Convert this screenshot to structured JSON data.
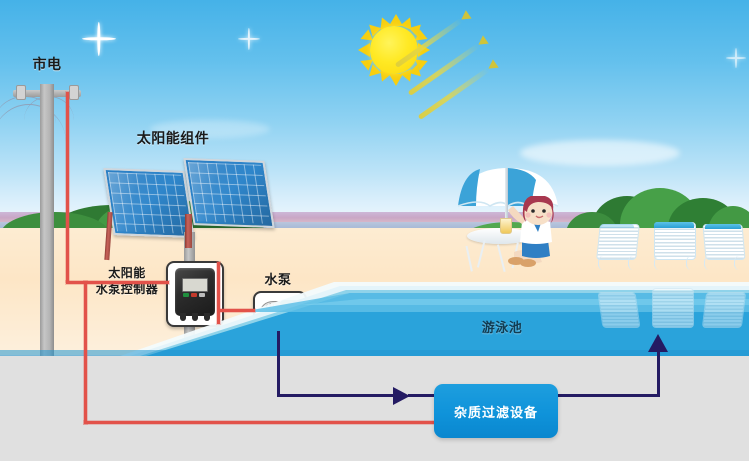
{
  "diagram": {
    "title_labels": {
      "grid_power": "市电",
      "solar_modules": "太阳能组件",
      "controller": "太阳能\n水泵控制器",
      "controller_line1": "太阳能",
      "controller_line2": "水泵控制器",
      "pump": "水泵",
      "pool": "游泳池",
      "filter": "杂质过滤设备"
    },
    "colors": {
      "sky_top": "#45b2e8",
      "sky_bottom": "#e8f5fd",
      "sand": "#fde6c6",
      "ground": "#e0e0e0",
      "pool_water": "#2aa3db",
      "panel_blue": "#2f86cb",
      "sun_yellow": "#ffe924",
      "power_line_red": "#e2524a",
      "water_flow_navy": "#241b63",
      "filter_box_blue": "#0f93da",
      "hill_green": "#3f9140"
    },
    "nodes": [
      {
        "id": "grid-power",
        "label": "市电",
        "type": "utility-pole"
      },
      {
        "id": "solar-modules",
        "label": "太阳能组件",
        "type": "pv-array",
        "panel_count": 2
      },
      {
        "id": "solar-pump-controller",
        "label": "太阳能水泵控制器",
        "type": "controller-box"
      },
      {
        "id": "water-pump",
        "label": "水泵",
        "type": "pump-box"
      },
      {
        "id": "swimming-pool",
        "label": "游泳池",
        "type": "pool"
      },
      {
        "id": "impurity-filter",
        "label": "杂质过滤设备",
        "type": "filter-equipment"
      }
    ],
    "connections": [
      {
        "from": "grid-power",
        "to": "solar-pump-controller",
        "kind": "power",
        "color": "#e2524a"
      },
      {
        "from": "grid-power",
        "to": "impurity-filter",
        "kind": "power",
        "color": "#e2524a"
      },
      {
        "from": "solar-modules",
        "to": "solar-pump-controller",
        "kind": "power",
        "color": "#e2524a"
      },
      {
        "from": "solar-pump-controller",
        "to": "water-pump",
        "kind": "power",
        "color": "#e2524a"
      },
      {
        "from": "water-pump",
        "to": "impurity-filter",
        "kind": "water-flow",
        "color": "#241b63",
        "arrow": true
      },
      {
        "from": "impurity-filter",
        "to": "swimming-pool",
        "kind": "water-flow",
        "color": "#241b63",
        "arrow": true
      }
    ],
    "scenery": {
      "sun": "sun-icon",
      "sun_rays": 3,
      "lounge_chairs": 3,
      "umbrella": "beach-umbrella",
      "person": "girl-with-drink",
      "table": "round-patio-table",
      "sparkles": 5
    }
  }
}
